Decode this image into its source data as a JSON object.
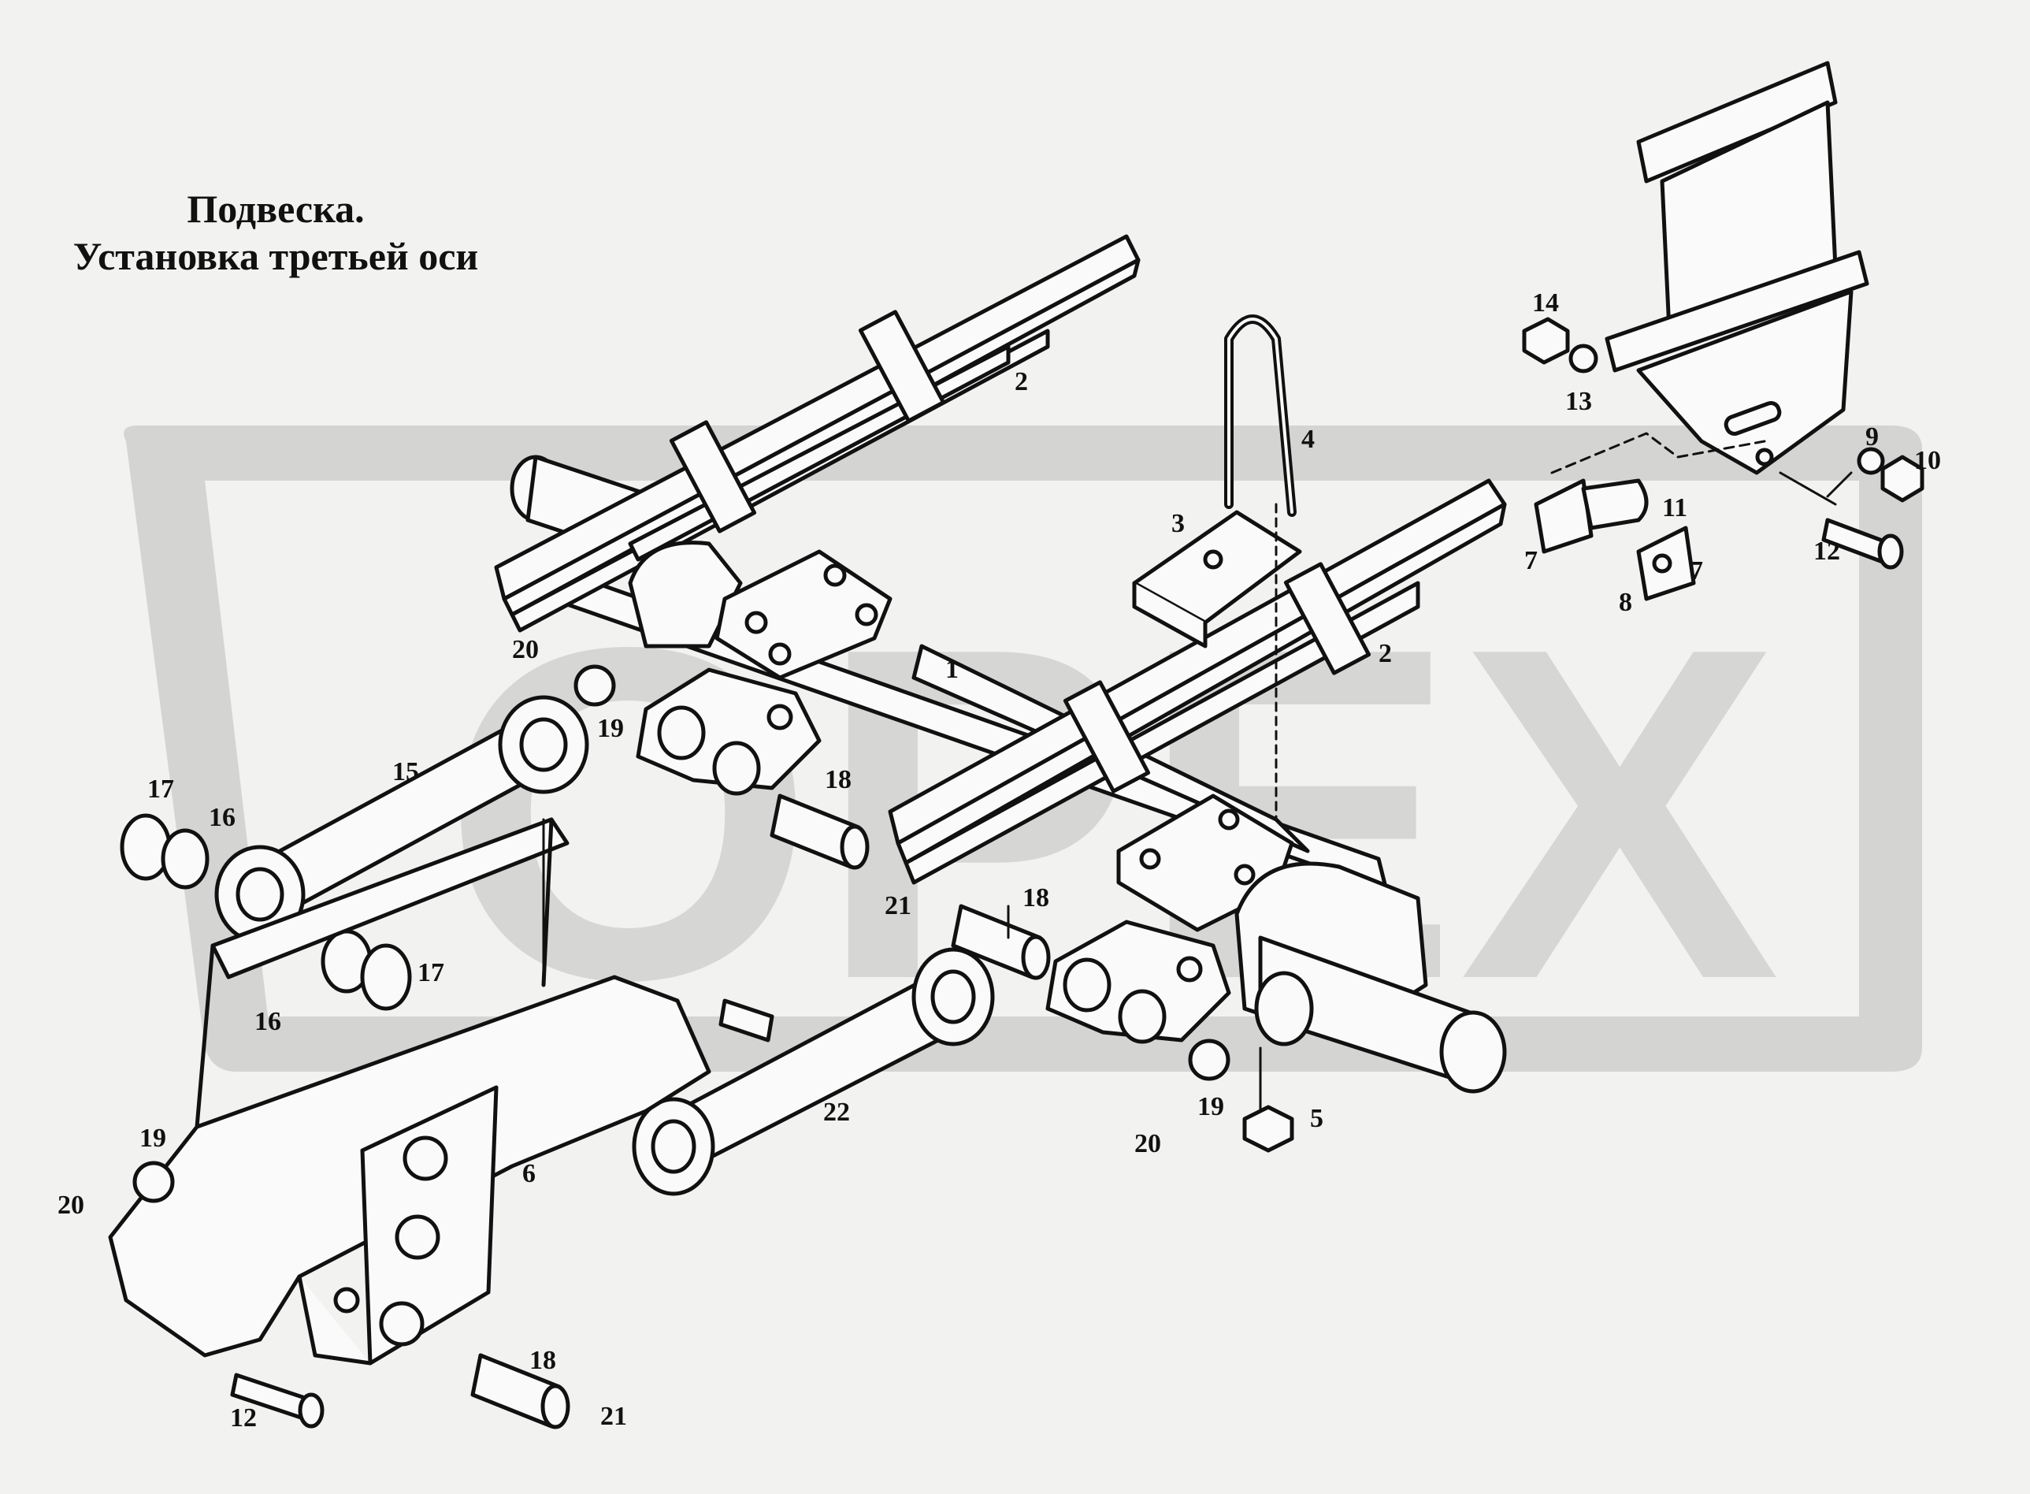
{
  "title": {
    "line1": "Подвеска.",
    "line2": "Установка третьей оси"
  },
  "watermark": {
    "text": "ОРЕХ",
    "color": "#d4d4d2"
  },
  "colors": {
    "background": "#f2f2f0",
    "ink": "#111111",
    "part_fill": "#fafafa"
  },
  "callouts": [
    {
      "id": "c1",
      "label": "1"
    },
    {
      "id": "c2a",
      "label": "2"
    },
    {
      "id": "c2b",
      "label": "2"
    },
    {
      "id": "c3",
      "label": "3"
    },
    {
      "id": "c4",
      "label": "4"
    },
    {
      "id": "c5",
      "label": "5"
    },
    {
      "id": "c6",
      "label": "6"
    },
    {
      "id": "c7a",
      "label": "7"
    },
    {
      "id": "c7b",
      "label": "7"
    },
    {
      "id": "c8",
      "label": "8"
    },
    {
      "id": "c9",
      "label": "9"
    },
    {
      "id": "c10",
      "label": "10"
    },
    {
      "id": "c11",
      "label": "11"
    },
    {
      "id": "c12a",
      "label": "12"
    },
    {
      "id": "c12b",
      "label": "12"
    },
    {
      "id": "c13",
      "label": "13"
    },
    {
      "id": "c14",
      "label": "14"
    },
    {
      "id": "c15",
      "label": "15"
    },
    {
      "id": "c16a",
      "label": "16"
    },
    {
      "id": "c16b",
      "label": "16"
    },
    {
      "id": "c17a",
      "label": "17"
    },
    {
      "id": "c17b",
      "label": "17"
    },
    {
      "id": "c18a",
      "label": "18"
    },
    {
      "id": "c18b",
      "label": "18"
    },
    {
      "id": "c18c",
      "label": "18"
    },
    {
      "id": "c19a",
      "label": "19"
    },
    {
      "id": "c19b",
      "label": "19"
    },
    {
      "id": "c19c",
      "label": "19"
    },
    {
      "id": "c20a",
      "label": "20"
    },
    {
      "id": "c20b",
      "label": "20"
    },
    {
      "id": "c20c",
      "label": "20"
    },
    {
      "id": "c21a",
      "label": "21"
    },
    {
      "id": "c21b",
      "label": "21"
    },
    {
      "id": "c22",
      "label": "22"
    }
  ]
}
